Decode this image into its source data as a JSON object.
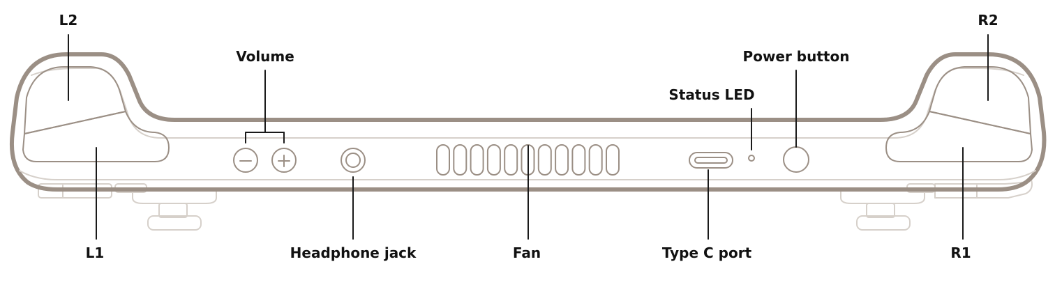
{
  "colors": {
    "outline": "#9b8f85",
    "outline_light": "#d6d0ca",
    "leader": "#1a1a1a",
    "label": "#111111",
    "background": "#ffffff"
  },
  "labels": {
    "l2": "L2",
    "r2": "R2",
    "volume": "Volume",
    "power_button": "Power button",
    "status_led": "Status LED",
    "l1": "L1",
    "headphone_jack": "Headphone jack",
    "fan": "Fan",
    "type_c_port": "Type C port",
    "r1": "R1"
  },
  "icons": {
    "volume_down": "minus-icon",
    "volume_up": "plus-icon"
  },
  "fan_vent_count": 11
}
